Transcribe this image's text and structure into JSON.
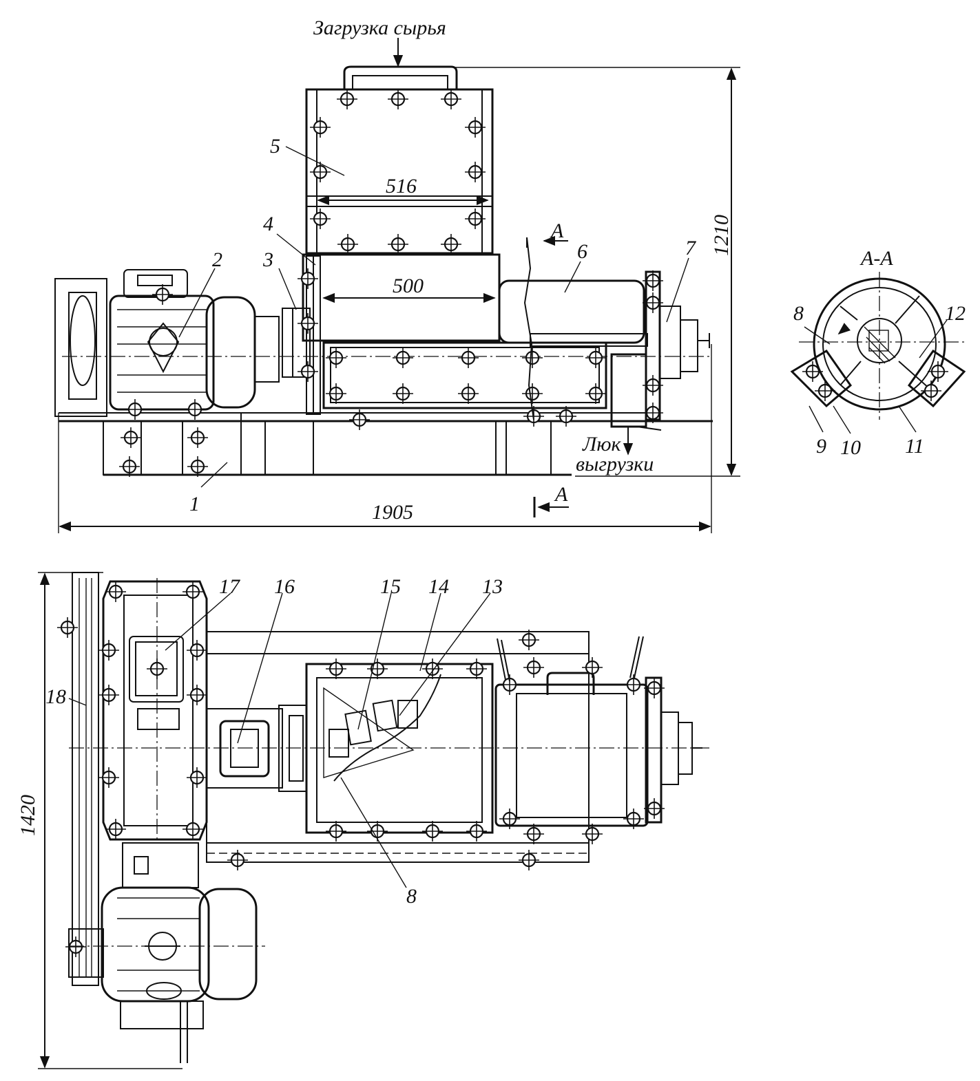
{
  "captions": {
    "feed": "Загрузка сырья",
    "hatch_line1": "Люк",
    "hatch_line2": "выгрузки",
    "section_title": "А-А",
    "section_mark": "А"
  },
  "dimensions": {
    "height_total": "1210",
    "length_total": "1905",
    "hopper_width": "516",
    "trough_width": "500",
    "plan_width": "1420"
  },
  "part_numbers": {
    "p1": "1",
    "p2": "2",
    "p3": "3",
    "p4": "4",
    "p5": "5",
    "p6": "6",
    "p7": "7",
    "p8": "8",
    "p9": "9",
    "p10": "10",
    "p11": "11",
    "p12": "12",
    "p13": "13",
    "p14": "14",
    "p15": "15",
    "p16": "16",
    "p17": "17",
    "p18": "18"
  }
}
